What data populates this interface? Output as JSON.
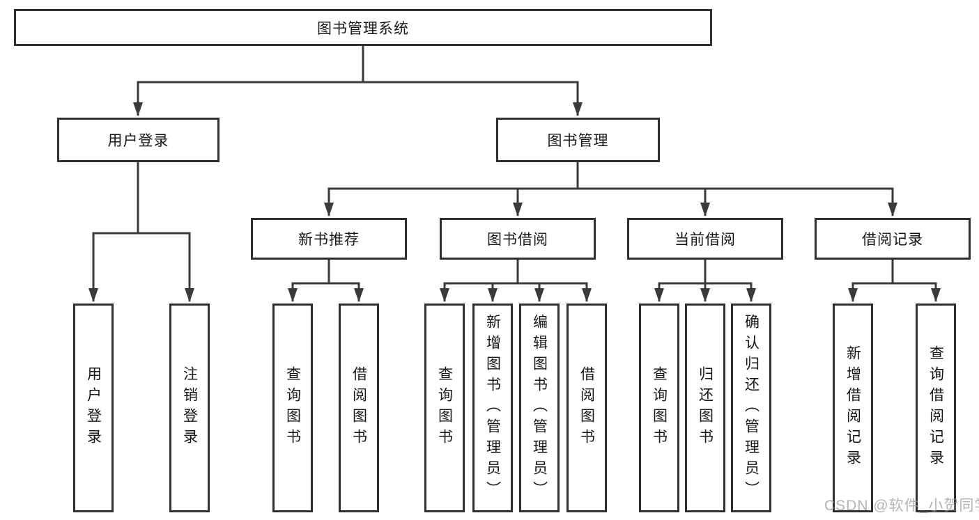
{
  "diagram": {
    "type": "feature-tree",
    "colors": {
      "line": "#3a3a3a",
      "box_border": "#2f2f2f",
      "box_fill": "#ffffff",
      "text": "#161616",
      "watermark": "#9b9b9b",
      "background": "#ffffff"
    },
    "tree": {
      "label": "图书管理系统",
      "children": [
        {
          "label": "用户登录",
          "children": [
            {
              "label": "用户登录"
            },
            {
              "label": "注销登录"
            }
          ]
        },
        {
          "label": "图书管理",
          "children": [
            {
              "label": "新书推荐",
              "children": [
                {
                  "label": "查询图书"
                },
                {
                  "label": "借阅图书"
                }
              ]
            },
            {
              "label": "图书借阅",
              "children": [
                {
                  "label": "查询图书"
                },
                {
                  "label": "新增图书（管理员）"
                },
                {
                  "label": "编辑图书（管理员）"
                },
                {
                  "label": "借阅图书"
                }
              ]
            },
            {
              "label": "当前借阅",
              "children": [
                {
                  "label": "查询图书"
                },
                {
                  "label": "归还图书"
                },
                {
                  "label": "确认归还（管理员）"
                }
              ]
            },
            {
              "label": "借阅记录",
              "children": [
                {
                  "label": "新增借阅记录"
                },
                {
                  "label": "查询借阅记录"
                }
              ]
            }
          ]
        }
      ]
    },
    "watermark": "CSDN @软件_小贺同学"
  }
}
